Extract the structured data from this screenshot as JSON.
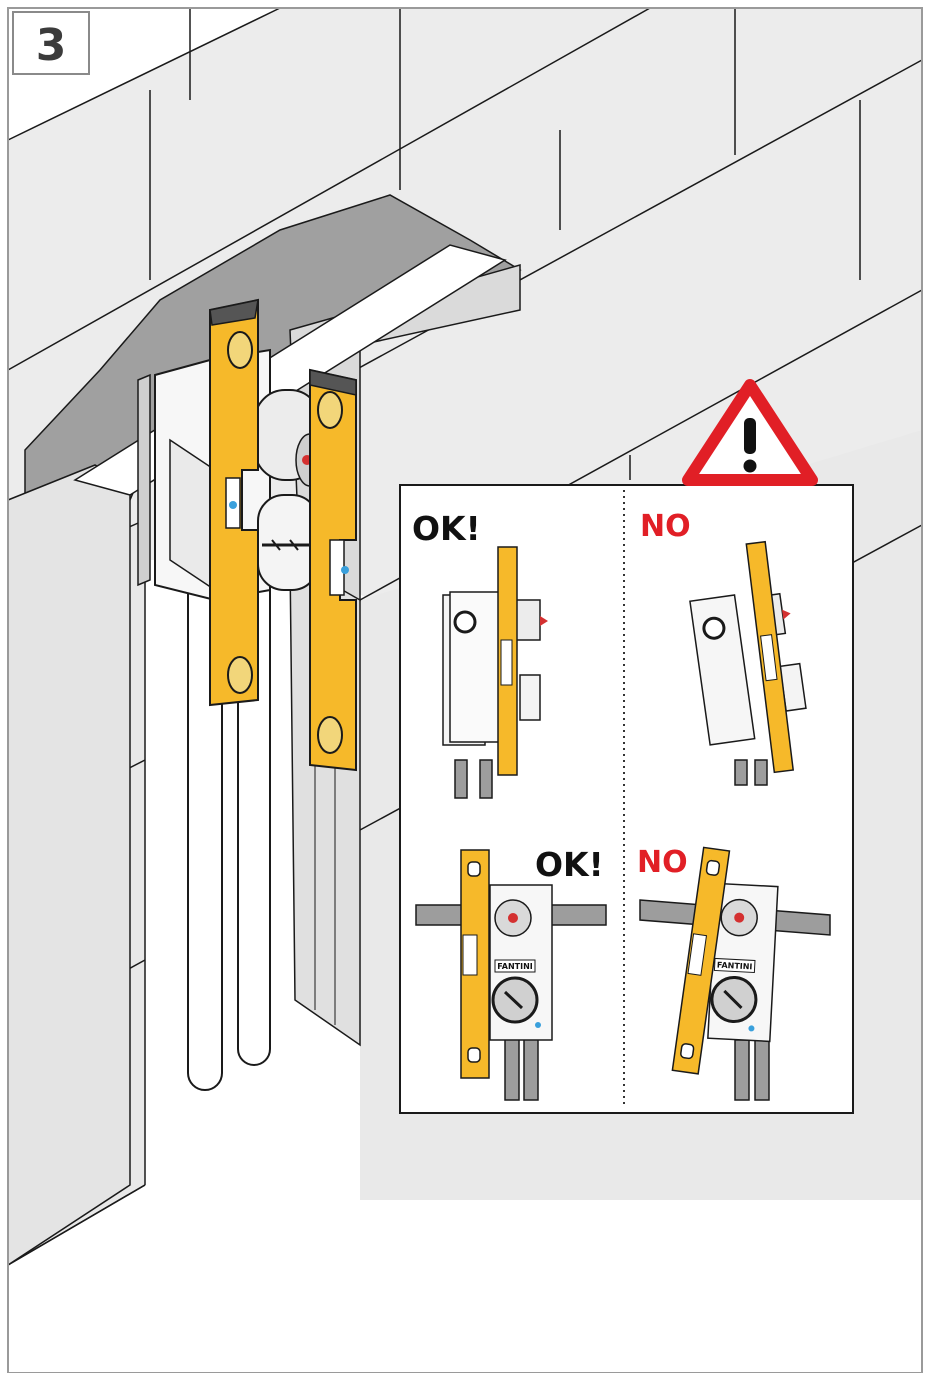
{
  "step": {
    "number": "3"
  },
  "labels": {
    "ok_top": "OK!",
    "no_top": "NO",
    "ok_bottom": "OK!",
    "no_bottom": "NO"
  },
  "brand": "FANTINI",
  "colors": {
    "level_yellow": "#F6B92A",
    "warning_red": "#E11F26",
    "wall_light": "#EBEBEB",
    "wall_dark": "#9D9D9D",
    "pipe_gray": "#B3B3B3",
    "outline": "#1a1a1a"
  },
  "icons": [
    "warning-triangle-icon",
    "spirit-level-icon"
  ]
}
